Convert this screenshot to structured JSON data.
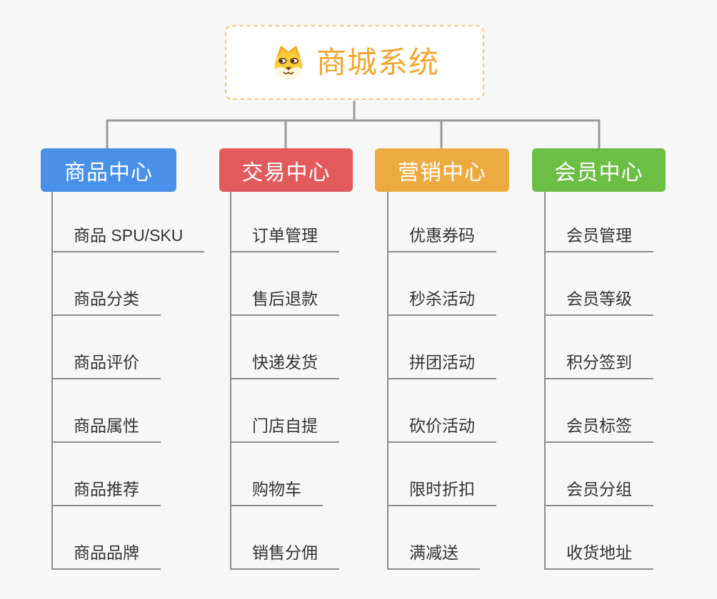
{
  "root": {
    "title": "商城系统",
    "icon": "dog-face-icon",
    "title_color": "#efa732",
    "border_color": "#f3c87e"
  },
  "branches": [
    {
      "label": "商品中心",
      "color": "#4a90e8",
      "items": [
        "商品 SPU/SKU",
        "商品分类",
        "商品评价",
        "商品属性",
        "商品推荐",
        "商品品牌"
      ]
    },
    {
      "label": "交易中心",
      "color": "#e25a5b",
      "items": [
        "订单管理",
        "售后退款",
        "快递发货",
        "门店自提",
        "购物车",
        "销售分佣"
      ]
    },
    {
      "label": "营销中心",
      "color": "#ecab40",
      "items": [
        "优惠券码",
        "秒杀活动",
        "拼团活动",
        "砍价活动",
        "限时折扣",
        "满减送"
      ]
    },
    {
      "label": "会员中心",
      "color": "#6cbe45",
      "items": [
        "会员管理",
        "会员等级",
        "积分签到",
        "会员标签",
        "会员分组",
        "收货地址"
      ]
    }
  ],
  "canvas": {
    "background": "#f7f7f7",
    "connector_color": "#999999",
    "leaf_line_color": "#8d8d8d",
    "leaf_text_color": "#333333"
  }
}
